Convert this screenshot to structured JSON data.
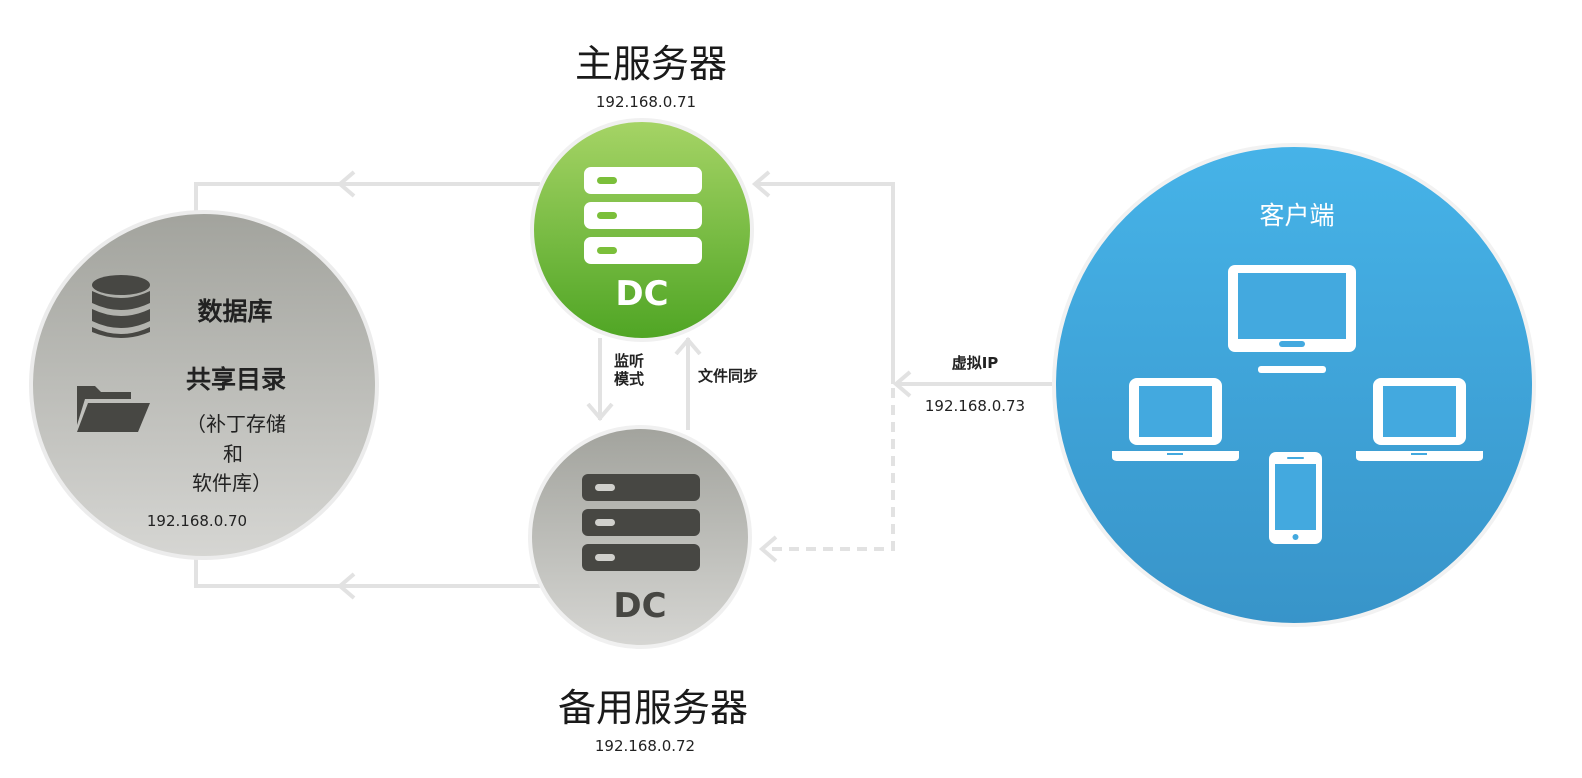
{
  "primary_server": {
    "title": "主服务器",
    "ip": "192.168.0.71",
    "label": "DC"
  },
  "backup_server": {
    "title": "备用服务器",
    "ip": "192.168.0.72",
    "label": "DC"
  },
  "storage": {
    "database_label": "数据库",
    "shared_dir_label": "共享目录",
    "shared_dir_note_line1": "（补丁存储",
    "shared_dir_note_line2": "和",
    "shared_dir_note_line3": "软件库）",
    "ip": "192.168.0.70",
    "database_icon": "database-icon",
    "folder_icon": "folder-open-icon"
  },
  "links": {
    "listen_mode_line1": "监听",
    "listen_mode_line2": "模式",
    "file_sync": "文件同步",
    "virtual_ip_label": "虚拟IP",
    "virtual_ip": "192.168.0.73"
  },
  "client": {
    "title": "客户端",
    "devices": [
      "monitor-icon",
      "laptop-icon",
      "laptop-icon",
      "phone-icon"
    ]
  },
  "colors": {
    "primary_green": "#6cb835",
    "backup_gray": "#b1b2ac",
    "storage_gray": "#b5b6b0",
    "client_blue": "#3ea6dc",
    "line_gray": "#e2e2e2",
    "icon_dark": "#474743"
  }
}
